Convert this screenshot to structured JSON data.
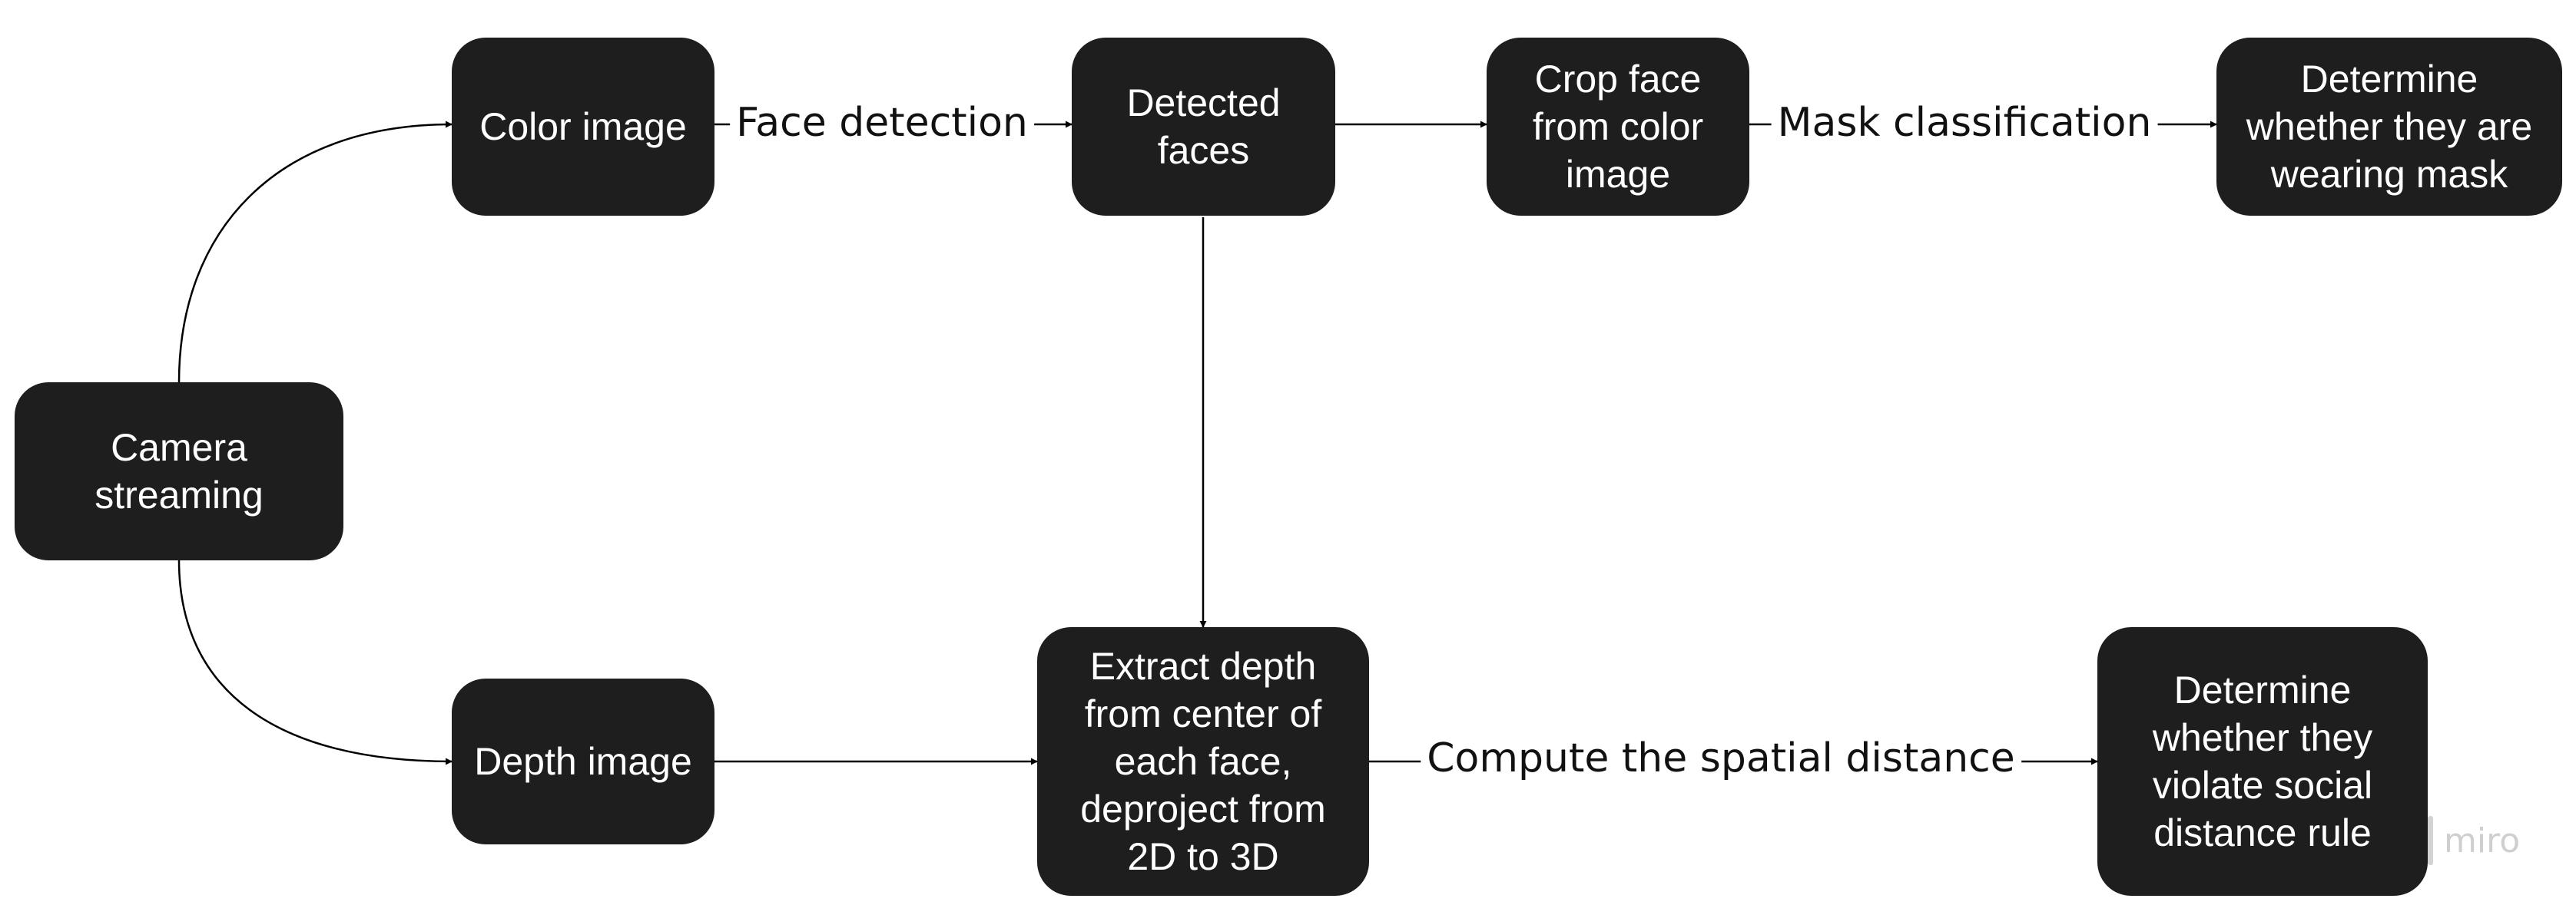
{
  "nodes": {
    "camera": "Camera\nstreaming",
    "color_image": "Color image",
    "depth_image": "Depth image",
    "detected_faces": "Detected\nfaces",
    "crop_face": "Crop face\nfrom color\nimage",
    "mask_result": "Determine\nwhether they are\nwearing mask",
    "extract_depth": "Extract depth\nfrom center of\neach face,\ndeproject from\n2D to 3D",
    "distance_result": "Determine\nwhether they\nviolate social\ndistance rule"
  },
  "edges": {
    "face_detection": "Face detection",
    "mask_classification": "Mask classification",
    "compute_distance": "Compute the spatial distance"
  },
  "watermark": "miro",
  "colors": {
    "node_fill": "#1e1e1e",
    "node_text": "#ffffff",
    "edge": "#000000"
  }
}
